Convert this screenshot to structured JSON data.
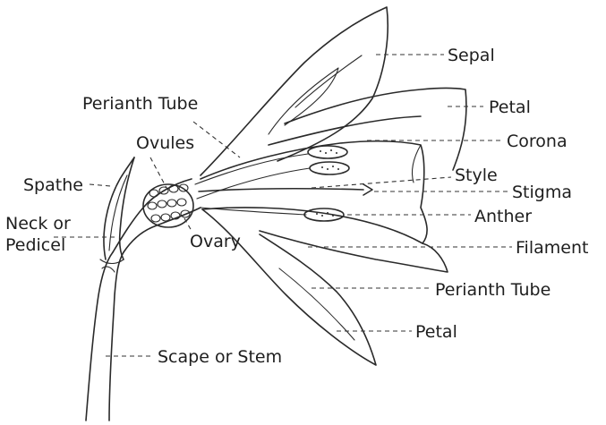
{
  "labels": {
    "sepal": "Sepal",
    "petal_top": "Petal",
    "corona": "Corona",
    "perianth_tube_top": "Perianth Tube",
    "ovules": "Ovules",
    "spathe": "Spathe",
    "style": "Style",
    "stigma": "Stigma",
    "neck_line1": "Neck or",
    "neck_line2": "Pedicel",
    "anther": "Anther",
    "ovary": "Ovary",
    "filament": "Filament",
    "perianth_tube_bottom": "Perianth Tube",
    "petal_bottom": "Petal",
    "scape": "Scape or Stem"
  },
  "colors": {
    "ink": "#2a2a2a",
    "background": "#ffffff"
  }
}
